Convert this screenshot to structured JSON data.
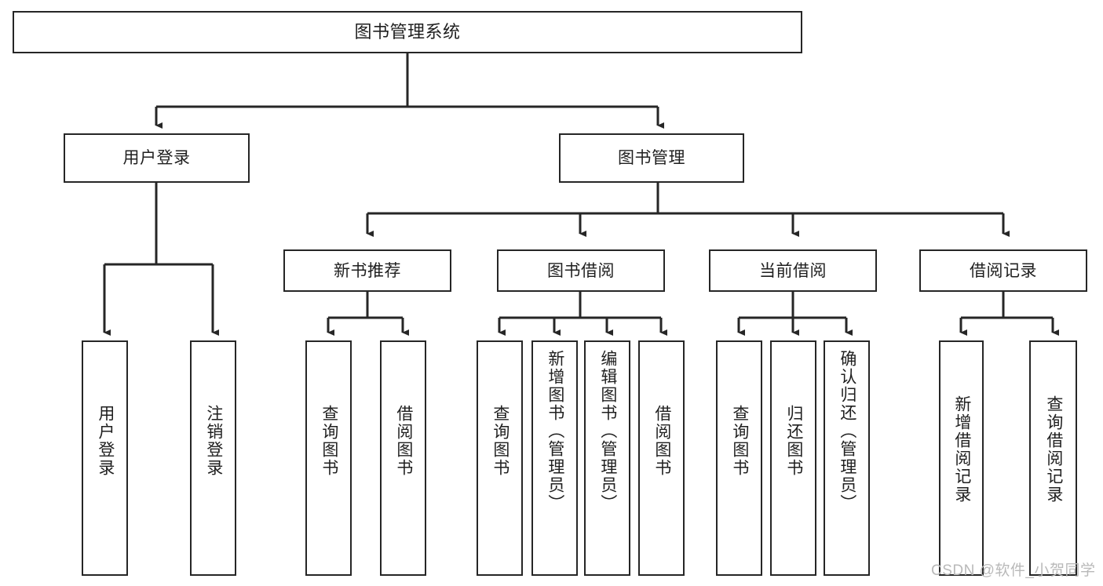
{
  "diagram": {
    "title": "图书管理系统",
    "root": {
      "label": "图书管理系统"
    },
    "level2": [
      {
        "label": "用户登录"
      },
      {
        "label": "图书管理"
      }
    ],
    "level3": [
      {
        "label": "新书推荐"
      },
      {
        "label": "图书借阅"
      },
      {
        "label": "当前借阅"
      },
      {
        "label": "借阅记录"
      }
    ],
    "leaves": {
      "user_login": [
        {
          "label": "用户登录"
        },
        {
          "label": "注销登录"
        }
      ],
      "new_book_recommend": [
        {
          "label": "查询图书"
        },
        {
          "label": "借阅图书"
        }
      ],
      "book_borrow": [
        {
          "label": "查询图书"
        },
        {
          "label": "新增图书（管理员）"
        },
        {
          "label": "编辑图书（管理员）"
        },
        {
          "label": "借阅图书"
        }
      ],
      "current_borrow": [
        {
          "label": "查询图书"
        },
        {
          "label": "归还图书"
        },
        {
          "label": "确认归还（管理员）"
        }
      ],
      "borrow_record": [
        {
          "label": "新增借阅记录"
        },
        {
          "label": "查询借阅记录"
        }
      ]
    }
  },
  "watermark": {
    "text": "CSDN @软件_小贺同学"
  },
  "colors": {
    "border": "#262626",
    "text": "#1f1f1f",
    "background": "#ffffff",
    "watermark": "#b9b9b9"
  }
}
